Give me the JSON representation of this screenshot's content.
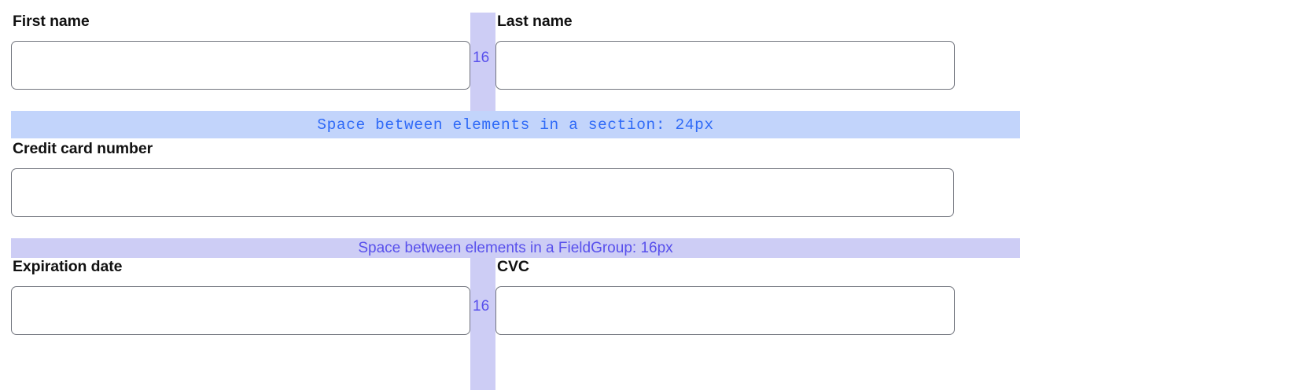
{
  "form": {
    "rows": [
      {
        "name": "name-row",
        "fields": [
          {
            "name": "first-name",
            "label": "First name",
            "value": "",
            "placeholder": ""
          },
          {
            "name": "last-name",
            "label": "Last name",
            "value": "",
            "placeholder": ""
          }
        ]
      },
      {
        "name": "card-row",
        "fields": [
          {
            "name": "credit-card-number",
            "label": "Credit card number",
            "value": "",
            "placeholder": ""
          }
        ]
      },
      {
        "name": "expiry-row",
        "fields": [
          {
            "name": "expiration-date",
            "label": "Expiration date",
            "value": "",
            "placeholder": ""
          },
          {
            "name": "cvc",
            "label": "CVC",
            "value": "",
            "placeholder": ""
          }
        ]
      }
    ]
  },
  "annotations": {
    "column_gaps": [
      {
        "name": "column-gap-name-row",
        "value": "16"
      },
      {
        "name": "column-gap-expiry-row",
        "value": "16"
      }
    ],
    "section_gap": {
      "text": "Space between elements in a section: 24px",
      "color": "#2f6af7",
      "background": "#c2d4fb"
    },
    "fieldgroup_gap": {
      "text": "Space between elements in a FieldGroup: 16px",
      "color": "#5850ec",
      "background": "#cdcdf5"
    }
  },
  "colors": {
    "gap_column": "#cdcdf5",
    "section_band": "#c2d4fb",
    "fieldgroup_band": "#cdcdf5",
    "label_text": "#111111",
    "input_border": "#72757e"
  }
}
